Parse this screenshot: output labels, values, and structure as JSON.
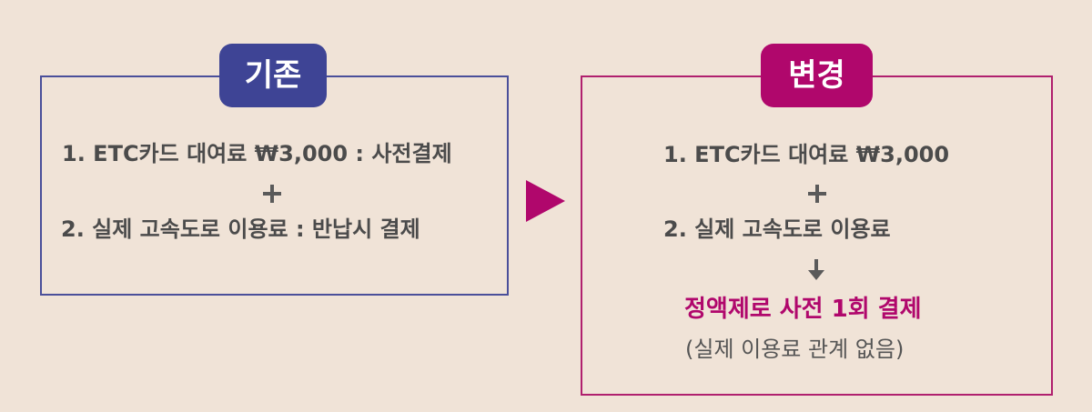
{
  "before": {
    "badge": "기존",
    "line1": "1. ETC카드 대여료 ₩3,000 : 사전결제",
    "line2": "2. 실제 고속도로 이용료 : 반납시 결제"
  },
  "after": {
    "badge": "변경",
    "line1": "1. ETC카드 대여료 ₩3,000",
    "line2": "2. 실제 고속도로 이용료",
    "result": "정액제로 사전 1회 결제",
    "note": "(실제 이용료 관계 없음)"
  },
  "colors": {
    "background": "#F0E3D7",
    "before_accent": "#3E4495",
    "after_accent": "#B0076C",
    "text": "#4B4B4B"
  },
  "icons": {
    "plus": "plus-icon",
    "transition": "arrow-right-icon",
    "result_arrow": "arrow-down-icon"
  }
}
